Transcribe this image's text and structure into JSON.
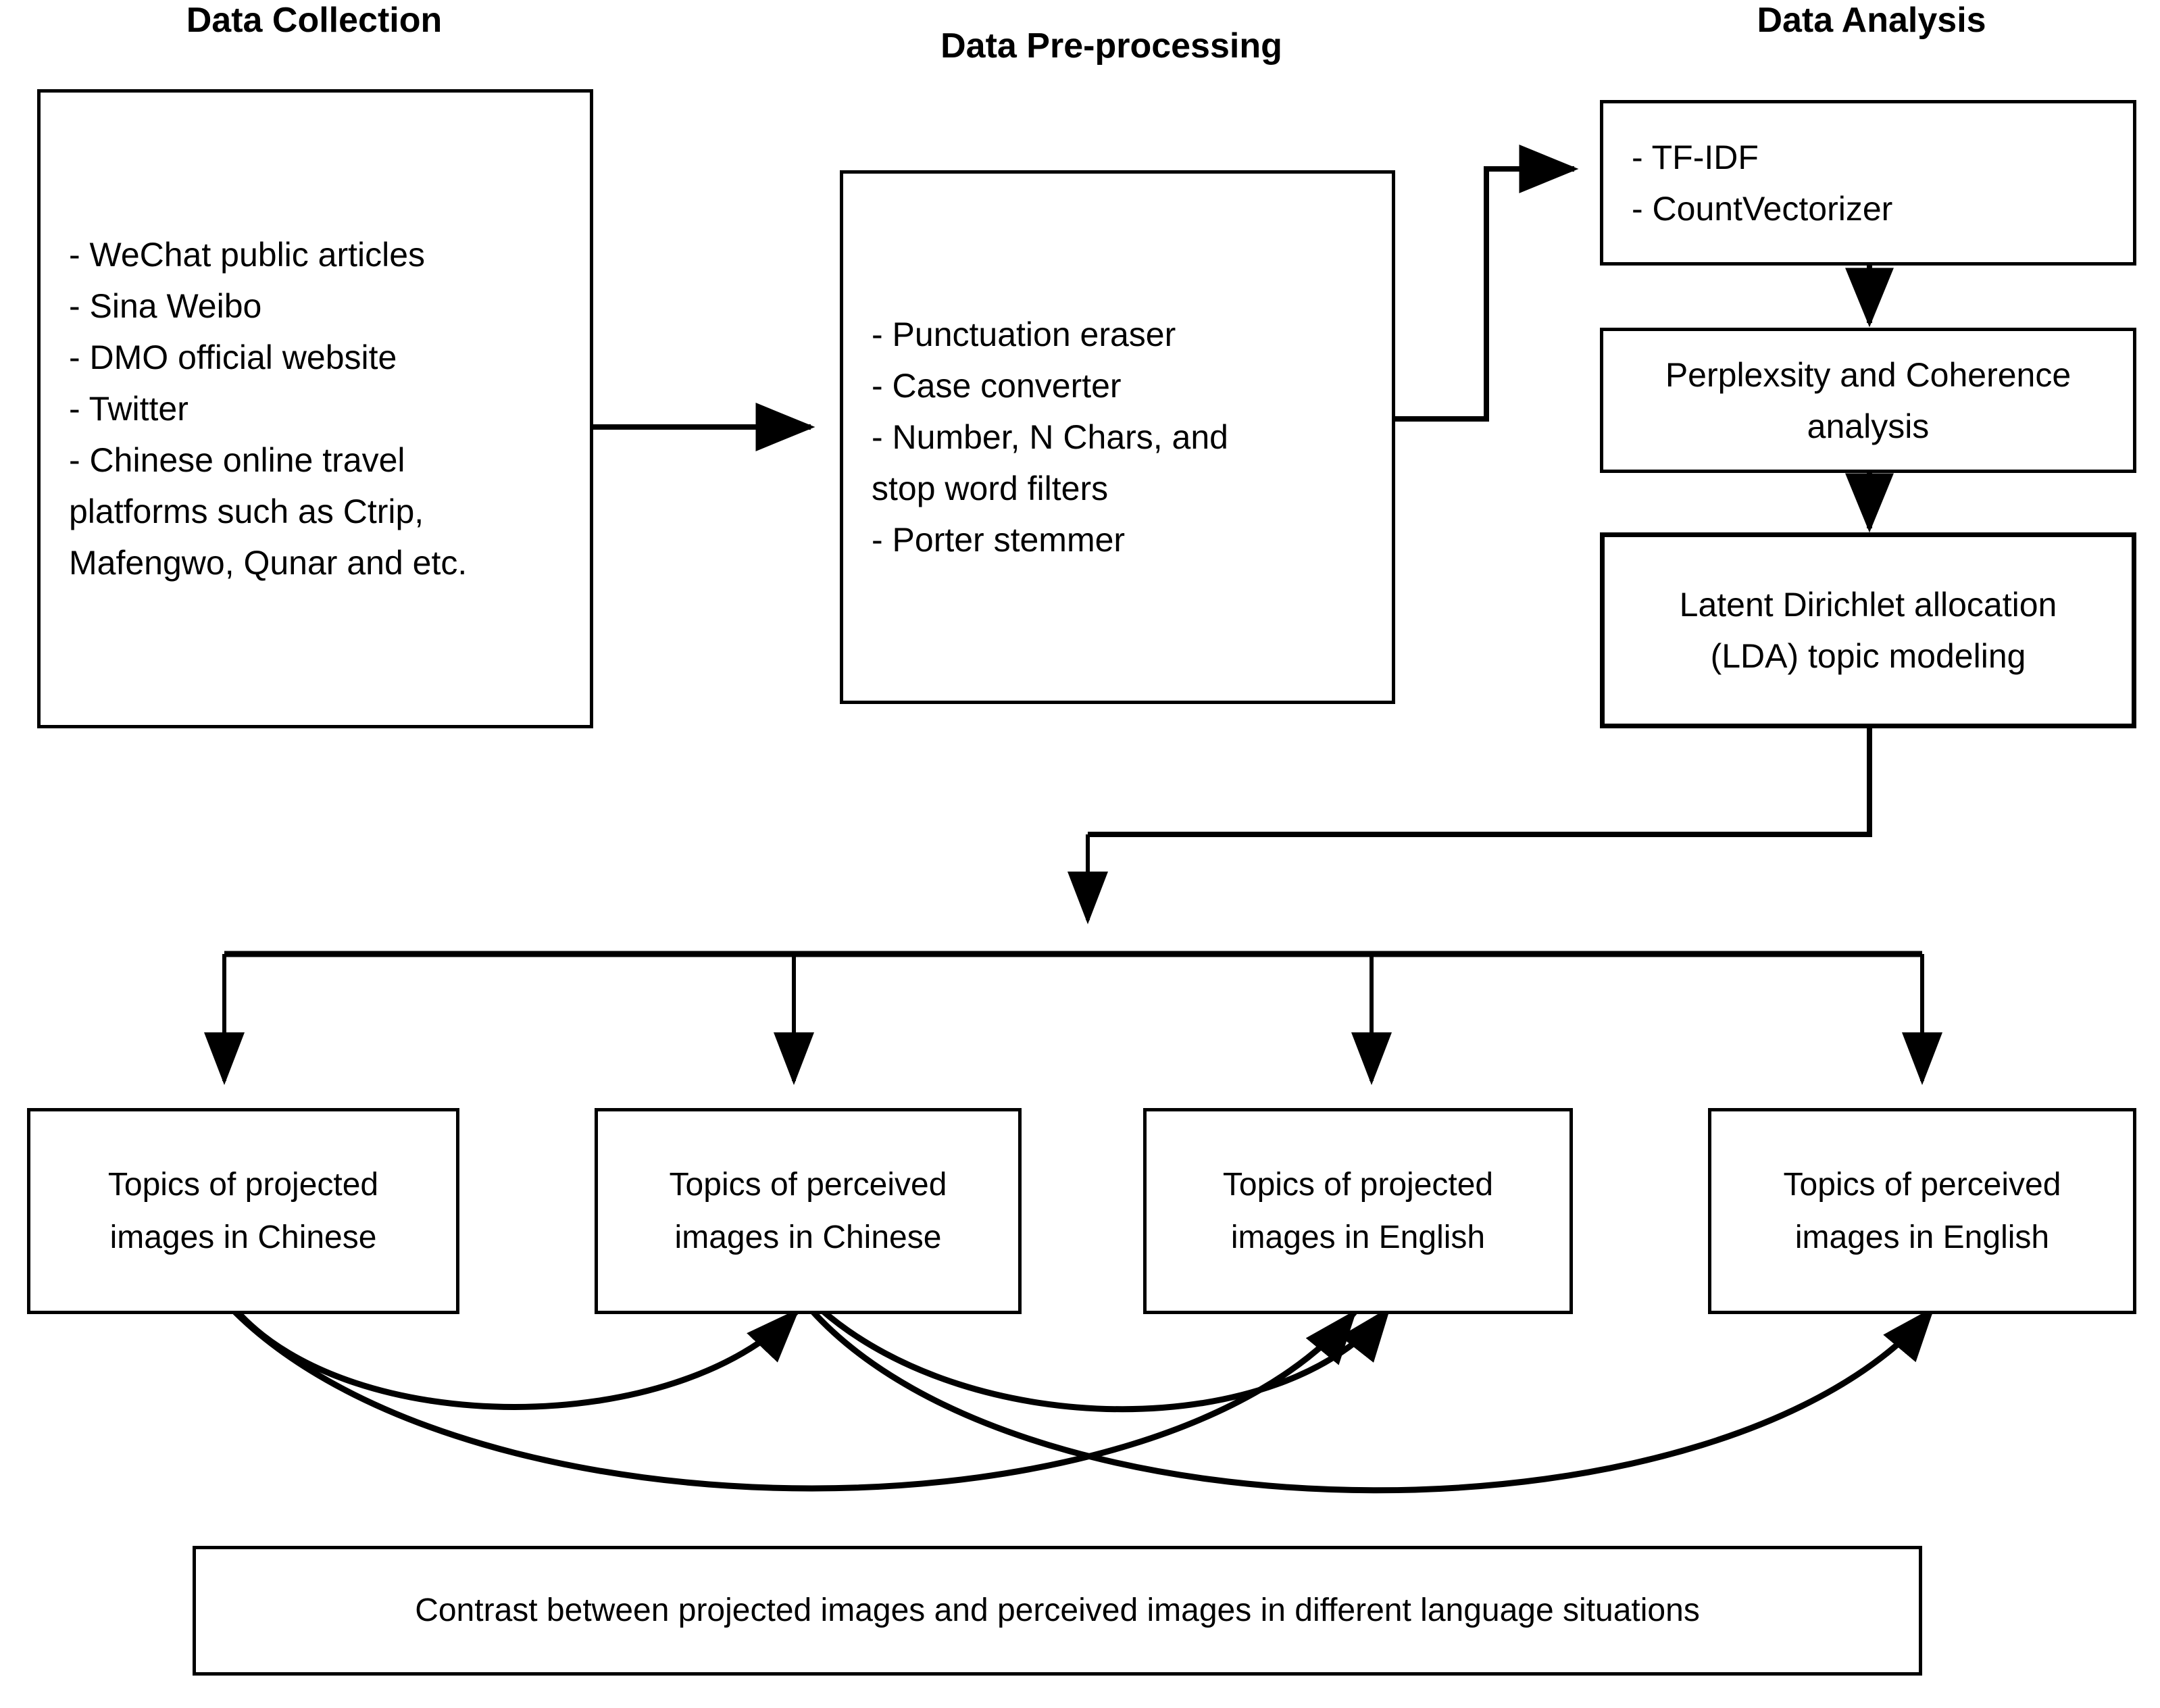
{
  "diagram": {
    "title_bar": [
      "Data Collection",
      "Data Pre-processing",
      "Data Analysis"
    ],
    "stages": [
      {
        "id": "data-collection",
        "label": "Data Collection"
      },
      {
        "id": "data-preprocessing",
        "label": "Data Pre-processing"
      },
      {
        "id": "data-analysis",
        "label": "Data Analysis"
      }
    ],
    "nodes": {
      "data_collection": {
        "name": "data-collection-box",
        "lines": [
          "- WeChat public articles",
          "- Sina Weibo",
          "- DMO official website",
          "- Twitter",
          "- Chinese online travel",
          "platforms such as Ctrip,",
          "Mafengwo, Qunar and etc."
        ],
        "text": "- WeChat public articles\n- Sina Weibo\n- DMO official website\n- Twitter\n- Chinese online travel\nplatforms such as Ctrip,\nMafengwo, Qunar and etc."
      },
      "data_preprocessing": {
        "name": "data-preprocessing-box",
        "lines": [
          "- Punctuation eraser",
          "- Case converter",
          "- Number, N Chars, and",
          "stop word filters",
          "- Porter stemmer"
        ],
        "text": "- Punctuation eraser\n- Case converter\n- Number, N Chars, and\nstop word filters\n- Porter stemmer"
      },
      "vectorizers": {
        "name": "vectorizer-box",
        "lines": [
          "- TF-IDF",
          "- CountVectorizer"
        ],
        "text": "- TF-IDF\n- CountVectorizer"
      },
      "perplexity": {
        "name": "perplexity-coherence-box",
        "text": "Perplexsity and Coherence\nanalysis"
      },
      "lda": {
        "name": "lda-topic-modeling-box",
        "text": "Latent Dirichlet allocation\n(LDA) topic modeling"
      },
      "topic_projected_chinese": {
        "name": "topics-projected-chinese-box",
        "text": "Topics of projected\nimages in Chinese"
      },
      "topic_perceived_chinese": {
        "name": "topics-perceived-chinese-box",
        "text": "Topics of perceived\nimages in Chinese"
      },
      "topic_projected_english": {
        "name": "topics-projected-english-box",
        "text": "Topics of projected\nimages in English"
      },
      "topic_perceived_english": {
        "name": "topics-perceived-english-box",
        "text": "Topics of perceived\nimages in English"
      },
      "contrast": {
        "name": "contrast-box",
        "text": "Contrast between projected images and perceived images in different language situations"
      }
    },
    "colors": {
      "stroke": "#000000",
      "fill": "#ffffff",
      "text": "#000000"
    },
    "connectors": [
      {
        "name": "collection-to-preprocessing",
        "type": "straight-arrow",
        "direction": "right"
      },
      {
        "name": "preprocessing-to-vectorizer",
        "type": "elbow-arrow",
        "direction": "up-right"
      },
      {
        "name": "vectorizer-to-perplexity",
        "type": "straight-arrow",
        "direction": "down"
      },
      {
        "name": "perplexity-to-lda",
        "type": "straight-arrow",
        "direction": "down"
      },
      {
        "name": "lda-to-split",
        "type": "elbow-arrow",
        "direction": "down-left"
      },
      {
        "name": "split-to-topic-boxes",
        "type": "fan-out",
        "branches": 4
      },
      {
        "name": "projected-chinese-perceived-chinese",
        "type": "curved-double-arrow"
      },
      {
        "name": "projected-chinese-projected-english",
        "type": "curved-double-arrow"
      },
      {
        "name": "perceived-chinese-projected-english",
        "type": "curved-double-arrow"
      },
      {
        "name": "projected-english-perceived-english",
        "type": "curved-double-arrow"
      }
    ]
  }
}
